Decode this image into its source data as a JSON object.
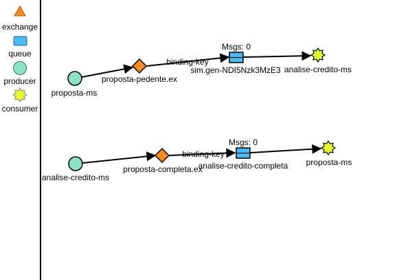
{
  "legend": {
    "items": [
      {
        "label": "exchange",
        "shape": "triangle",
        "color": "#f28c28"
      },
      {
        "label": "queue",
        "shape": "rect",
        "color": "#4db8f0"
      },
      {
        "label": "producer",
        "shape": "circle",
        "color": "#8fe0c8"
      },
      {
        "label": "consumer",
        "shape": "star",
        "color": "#e6ff33"
      }
    ]
  },
  "colors": {
    "exchange": "#f28c28",
    "queue": "#4db8f0",
    "producer": "#8fe0c8",
    "consumer": "#e6ff33",
    "edge": "#000000"
  },
  "flows": [
    {
      "producer": "proposta-ms",
      "exchange": "proposta-pedente.ex",
      "binding": "binding-key",
      "queue_msgs": "Msgs: 0",
      "queue": "sim.gen-NDI5Nzk3MzE3",
      "consumer": "analise-credito-ms"
    },
    {
      "producer": "analise-credito-ms",
      "exchange": "proposta-completa.ex",
      "binding": "binding-key",
      "queue_msgs": "Msgs: 0",
      "queue": "analise-credito-completa",
      "consumer": "proposta-ms"
    }
  ]
}
